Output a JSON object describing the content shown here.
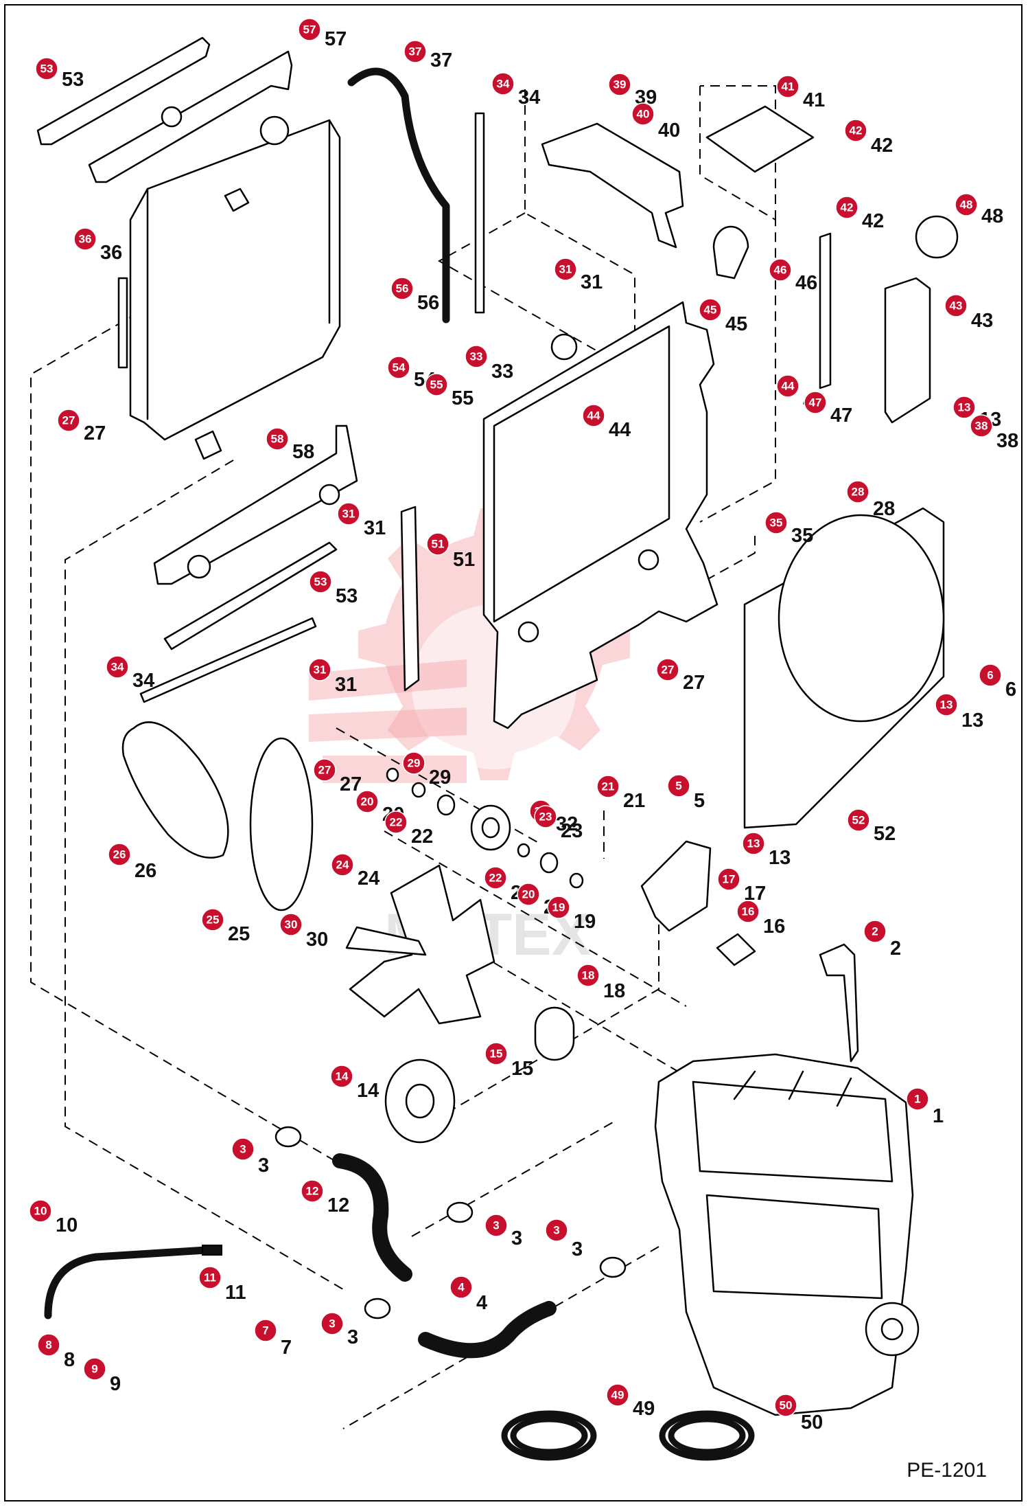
{
  "figure_id": "PE-1201",
  "watermark_text": "MHTEX",
  "accent_color": "#c8102e",
  "callouts": [
    {
      "n": "53"
    },
    {
      "n": "57"
    },
    {
      "n": "37"
    },
    {
      "n": "34"
    },
    {
      "n": "39"
    },
    {
      "n": "40"
    },
    {
      "n": "41"
    },
    {
      "n": "42"
    },
    {
      "n": "36"
    },
    {
      "n": "42"
    },
    {
      "n": "48"
    },
    {
      "n": "31"
    },
    {
      "n": "56"
    },
    {
      "n": "46"
    },
    {
      "n": "45"
    },
    {
      "n": "43"
    },
    {
      "n": "54"
    },
    {
      "n": "33"
    },
    {
      "n": "27"
    },
    {
      "n": "55"
    },
    {
      "n": "44"
    },
    {
      "n": "44"
    },
    {
      "n": "47"
    },
    {
      "n": "13"
    },
    {
      "n": "38"
    },
    {
      "n": "58"
    },
    {
      "n": "28"
    },
    {
      "n": "31"
    },
    {
      "n": "35"
    },
    {
      "n": "51"
    },
    {
      "n": "53"
    },
    {
      "n": "34"
    },
    {
      "n": "31"
    },
    {
      "n": "27"
    },
    {
      "n": "6"
    },
    {
      "n": "13"
    },
    {
      "n": "29"
    },
    {
      "n": "27"
    },
    {
      "n": "32"
    },
    {
      "n": "21"
    },
    {
      "n": "5"
    },
    {
      "n": "20"
    },
    {
      "n": "22"
    },
    {
      "n": "23"
    },
    {
      "n": "52"
    },
    {
      "n": "26"
    },
    {
      "n": "13"
    },
    {
      "n": "24"
    },
    {
      "n": "22"
    },
    {
      "n": "17"
    },
    {
      "n": "20"
    },
    {
      "n": "19"
    },
    {
      "n": "16"
    },
    {
      "n": "25"
    },
    {
      "n": "30"
    },
    {
      "n": "2"
    },
    {
      "n": "18"
    },
    {
      "n": "15"
    },
    {
      "n": "14"
    },
    {
      "n": "1"
    },
    {
      "n": "3"
    },
    {
      "n": "12"
    },
    {
      "n": "10"
    },
    {
      "n": "3"
    },
    {
      "n": "3"
    },
    {
      "n": "4"
    },
    {
      "n": "11"
    },
    {
      "n": "3"
    },
    {
      "n": "7"
    },
    {
      "n": "8"
    },
    {
      "n": "9"
    },
    {
      "n": "49"
    },
    {
      "n": "50"
    }
  ]
}
